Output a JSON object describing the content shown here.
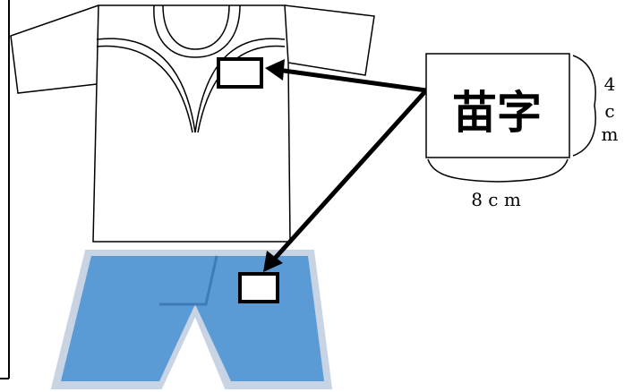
{
  "name_tag": {
    "label": "苗字"
  },
  "dimensions": {
    "height_value": "4",
    "height_unit_line1": "c",
    "height_unit_line2": "m",
    "width_label": "8 c m"
  },
  "colors": {
    "shorts_fill": "#5b9bd5",
    "shorts_outline": "#c8d4e4",
    "shorts_shadow": "#3f7bb6",
    "lines": "#000000",
    "shirt_fill": "#ffffff"
  }
}
